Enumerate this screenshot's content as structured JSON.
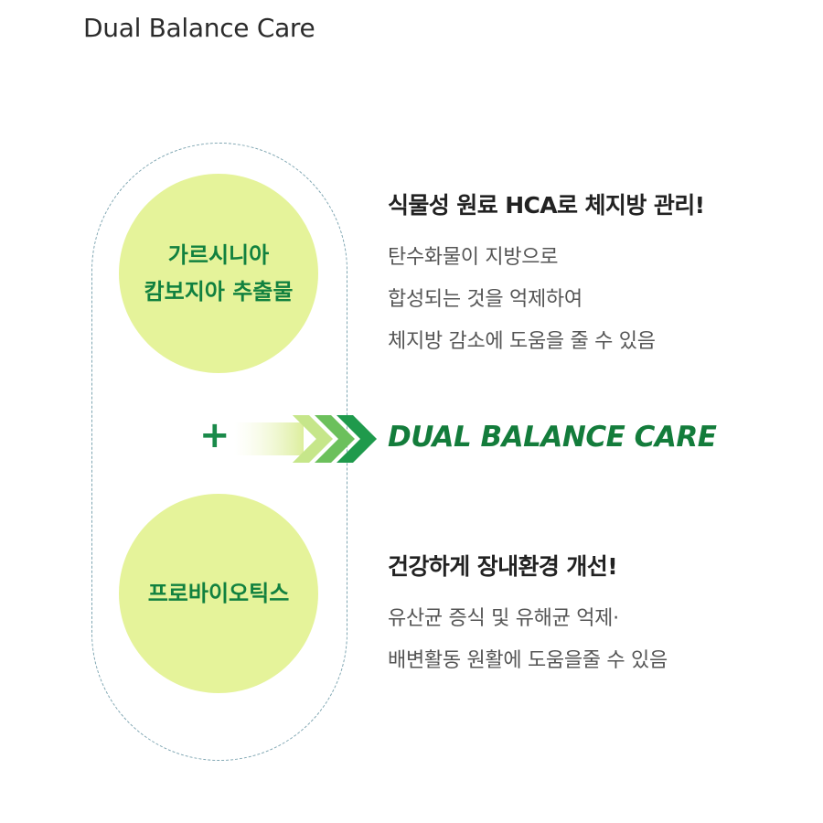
{
  "header": {
    "title": "Dual Balance Care"
  },
  "ingredients": {
    "top": {
      "lines": [
        "가르시니아",
        "캄보지아 추출물"
      ]
    },
    "bottom": {
      "lines": [
        "프로바이오틱스"
      ]
    }
  },
  "connector": {
    "plus": "+",
    "brand": "DUAL BALANCE CARE"
  },
  "features": {
    "top": {
      "heading": "식물성 원료 HCA로 체지방 관리!",
      "lines": [
        "탄수화물이 지방으로",
        "합성되는 것을 억제하여",
        "체지방 감소에 도움을 줄 수 있음"
      ]
    },
    "bottom": {
      "heading": "건강하게 장내환경 개선!",
      "lines": [
        "유산균 증식 및 유해균 억제·",
        "배변활동 원활에 도움을줄 수 있음"
      ]
    }
  },
  "colors": {
    "circle_fill": "#e5f39a",
    "accent_green": "#11813f",
    "capsule_border": "#7fa6b2"
  }
}
